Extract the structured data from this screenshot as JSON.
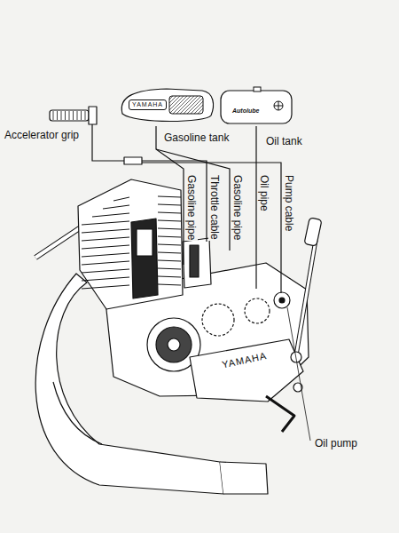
{
  "diagram": {
    "nodes": [
      {
        "text": [
          "YAMAHA",
          "Gasoline tank"
        ]
      },
      {
        "text": [
          "Autolube",
          "Oil tank"
        ]
      }
    ],
    "labels": [
      "Accelerator grip",
      "Gasoline pipe",
      "Throttle cable",
      "Gasoline pipe",
      "Oil pipe",
      "Pump cable",
      "Oil pump",
      "YAMAHA"
    ]
  }
}
